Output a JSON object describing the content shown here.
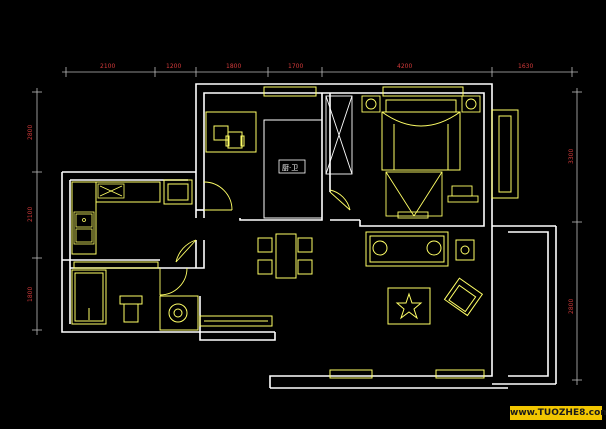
{
  "dimensions": {
    "top": [
      "2100",
      "1200",
      "1800",
      "1700",
      "4200",
      "1630"
    ],
    "left": [
      "2800",
      "2100",
      "1800"
    ],
    "right": [
      "3300",
      "2800"
    ]
  },
  "labels": {
    "room_tag": "厨·卫"
  },
  "watermark": "www.TUOZHE8.com",
  "colors": {
    "background": "#000000",
    "wall": "#ffffff",
    "furniture": "#ffff66",
    "dimension_text": "#d23a3a",
    "dimension_line": "#cccccc",
    "watermark_bg": "#f2c600"
  }
}
